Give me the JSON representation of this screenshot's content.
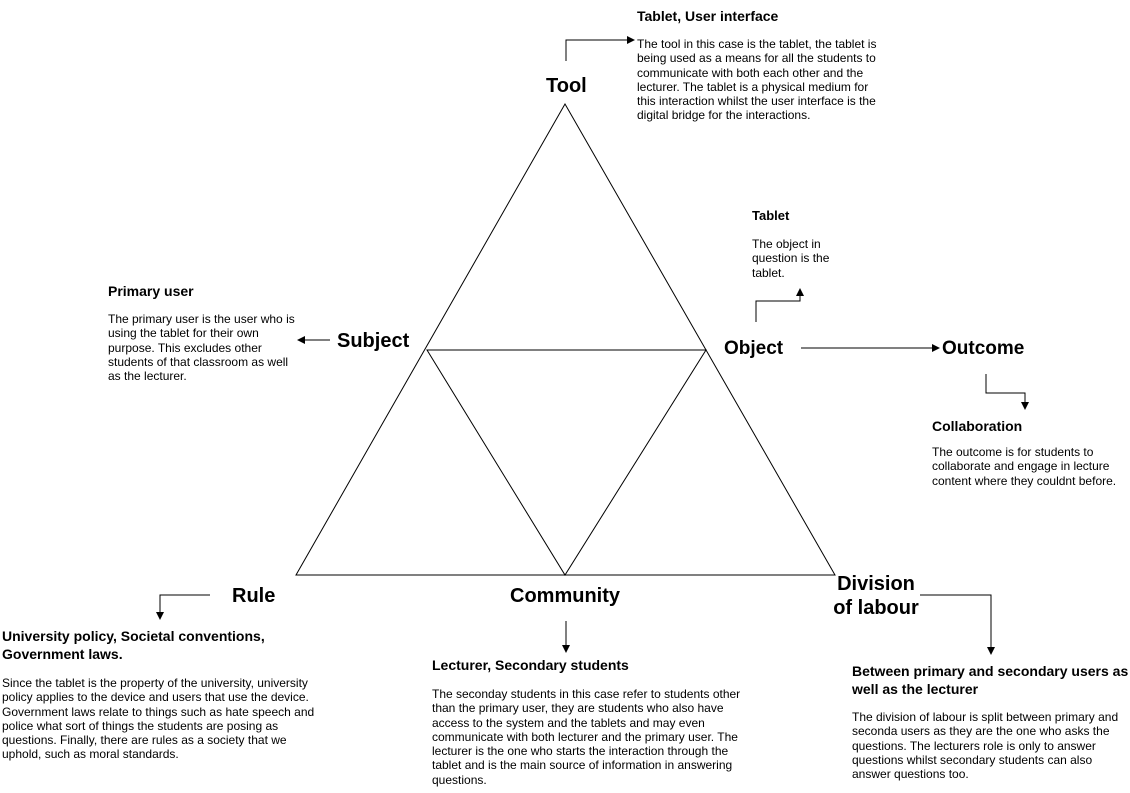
{
  "nodes": {
    "tool": "Tool",
    "subject": "Subject",
    "object": "Object",
    "outcome": "Outcome",
    "rule": "Rule",
    "community": "Community",
    "division": "Division\nof labour"
  },
  "notes": {
    "tool": {
      "title": "Tablet, User interface",
      "text": "The tool in this case is the tablet, the tablet is being used as a means for all the students to communicate with both each other and the lecturer. The tablet is a physical medium for this interaction whilst the user interface is the digital bridge for the interactions."
    },
    "object": {
      "title": "Tablet",
      "text": "The object in question is the tablet."
    },
    "subject": {
      "title": "Primary user",
      "text": "The primary user is the user who is using the tablet for their own purpose. This excludes other students of that classroom as well as the lecturer."
    },
    "outcome": {
      "title": "Collaboration",
      "text": "The outcome is for students to collaborate and engage in lecture content where they couldnt before."
    },
    "rule": {
      "title": "University policy, Societal conventions, Government laws.",
      "text": "Since the tablet is the property of the university, university policy applies to the device and users that use the device. Government laws relate to things such as hate speech and police what sort of things the students are posing as questions. Finally, there are rules as a society that we uphold, such as moral standards."
    },
    "community": {
      "title": "Lecturer, Secondary students",
      "text": "The seconday students in this case refer to students other than the primary user, they are students who also have access to the system and the tablets and may even communicate with both lecturer and the primary user. The lecturer is the one who starts the interaction through the tablet and is the main source of information in answering questions."
    },
    "division": {
      "title": "Between primary and secondary users as well as the lecturer",
      "text": "The division of labour is split between primary and seconda users as they are the one who asks the questions. The lecturers role is only to answer questions whilst secondary students can also answer questions too."
    }
  }
}
